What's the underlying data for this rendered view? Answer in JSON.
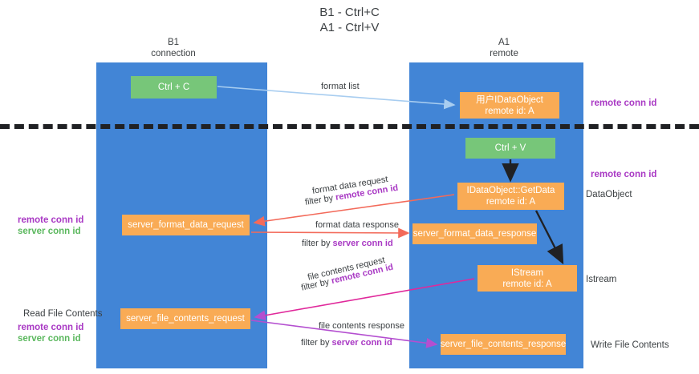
{
  "title": {
    "line1": "B1 - Ctrl+C",
    "line2": "A1 - Ctrl+V"
  },
  "columns": {
    "left": {
      "name": "B1",
      "role": "connection"
    },
    "right": {
      "name": "A1",
      "role": "remote"
    }
  },
  "nodes": {
    "ctrl_c": {
      "label": "Ctrl + C",
      "color": "#77c679"
    },
    "idataobject": {
      "line1": "⽤⼾IDataObject",
      "line2": "remote id: A",
      "color": "#f9ab55"
    },
    "ctrl_v": {
      "label": "Ctrl + V",
      "color": "#77c679"
    },
    "idataobject_getdata": {
      "line1": "IDataObject::GetData",
      "line2": "remote id: A",
      "color": "#f9ab55"
    },
    "server_format_data_request": {
      "label": "server_format_data_request",
      "color": "#f9ab55"
    },
    "server_format_data_response": {
      "label": "server_format_data_response",
      "color": "#f9ab55"
    },
    "istream": {
      "line1": "IStream",
      "line2": "remote id: A",
      "color": "#f9ab55"
    },
    "server_file_contents_request": {
      "label": "server_file_contents_request",
      "color": "#f9ab55"
    },
    "server_file_contents_response": {
      "label": "server_file_contents_response",
      "color": "#f9ab55"
    }
  },
  "edges": {
    "format_list": {
      "label": "format list"
    },
    "format_data_request": {
      "label": "format data request",
      "filter_prefix": "filter by ",
      "filter_key": "remote conn id"
    },
    "format_data_response": {
      "label": "format data response",
      "filter_prefix": "filter by ",
      "filter_key": "server conn id"
    },
    "file_contents_request": {
      "label": "file contents request",
      "filter_prefix": "filter by ",
      "filter_key": "remote conn id"
    },
    "file_contents_response": {
      "label": "file contents response",
      "filter_prefix": "filter by ",
      "filter_key": "server conn id"
    }
  },
  "annotations": {
    "right": {
      "remote_conn_id_top": "remote conn id",
      "remote_conn_id_mid": "remote conn id",
      "dataobject": "DataObject",
      "istream": "Istream",
      "write_file_contents": "Write File Contents"
    },
    "left": {
      "remote_conn_id_mid": "remote conn id",
      "server_conn_id_mid": "server conn id",
      "read_file_contents": "Read File Contents",
      "remote_conn_id_bottom": "remote conn id",
      "server_conn_id_bottom": "server conn id"
    }
  },
  "colors": {
    "lane": "#4285d6",
    "node_green": "#77c679",
    "node_orange": "#f9ab55",
    "purple": "#a939c4",
    "green_text": "#5bb85e",
    "arrow_lightblue": "#a8cdf0",
    "arrow_red": "#f36a5a",
    "arrow_magenta": "#e0299b",
    "arrow_violet": "#b44fd0",
    "arrow_black": "#202124",
    "background": "#ffffff"
  }
}
